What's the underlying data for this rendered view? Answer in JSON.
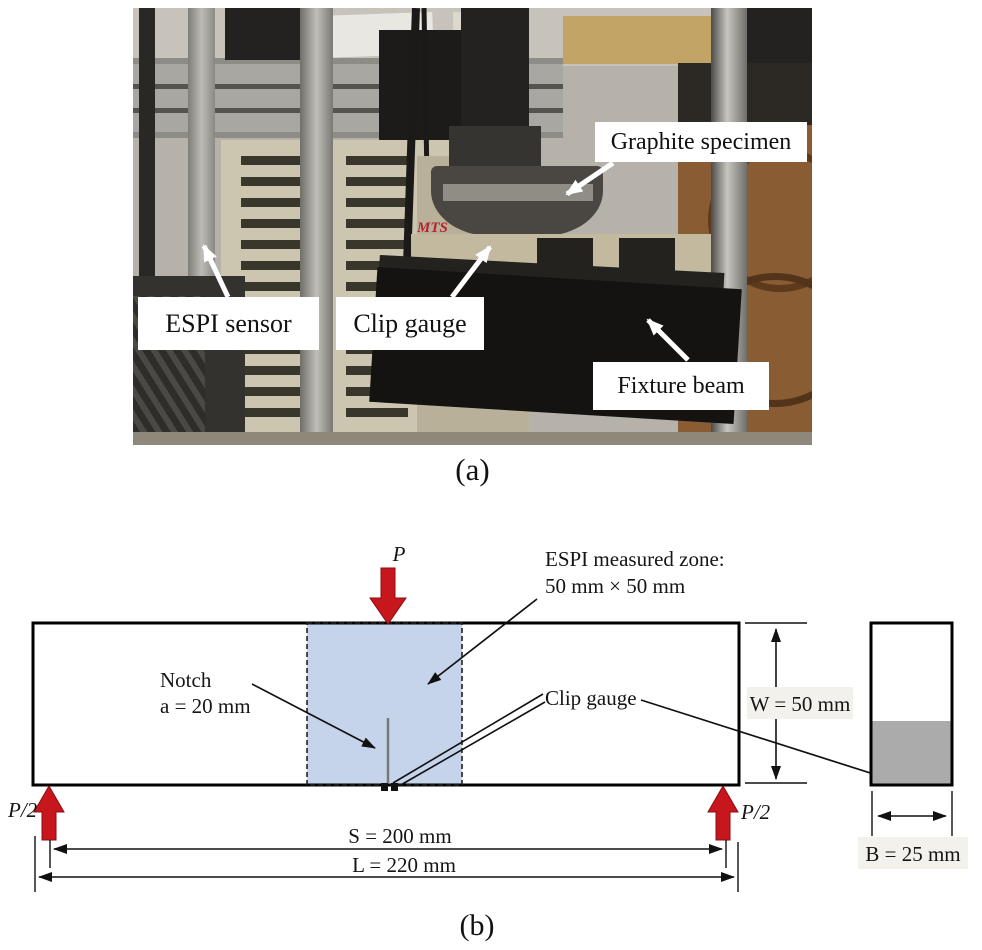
{
  "figure": {
    "caption_a": "(a)",
    "caption_b": "(b)"
  },
  "photo": {
    "labels": {
      "graphite_specimen": "Graphite specimen",
      "espi_sensor": "ESPI sensor",
      "clip_gauge": "Clip gauge",
      "fixture_beam": "Fixture beam"
    },
    "machine_logo": "MTS"
  },
  "diagram": {
    "load_label": "P",
    "support_left_label": "P/2",
    "support_right_label": "P/2",
    "espi_zone_line1": "ESPI measured zone:",
    "espi_zone_line2": "50 mm × 50 mm",
    "notch_line1": "Notch",
    "notch_line2": "a = 20 mm",
    "clip_gauge_label": "Clip gauge",
    "width_dim": "W = 50 mm",
    "thickness_dim": "B = 25 mm",
    "span_dim": "S = 200 mm",
    "length_dim": "L = 220 mm",
    "colors": {
      "arrow_red": "#C8161D",
      "espi_zone_fill": "#C5D4EA",
      "notch_side_gray": "#ABABAB",
      "dim_label_box": "#F2F1EC"
    }
  }
}
